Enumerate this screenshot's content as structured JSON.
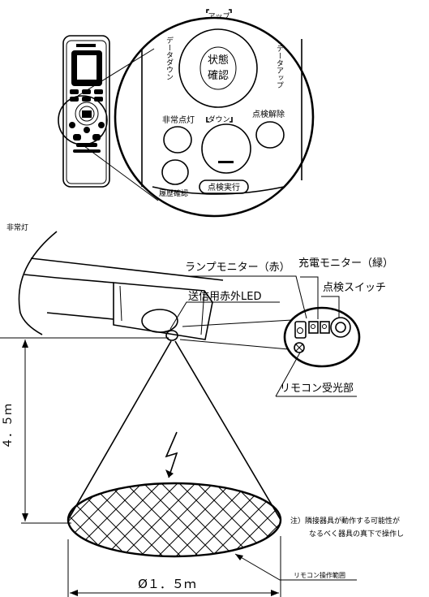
{
  "remote": {
    "up_label": "アップ",
    "down_label": "ダウン",
    "data_down_label": "データダウン",
    "data_up_label": "データアップ",
    "status_line1": "状態",
    "status_line2": "確認",
    "emergency_label": "非常点灯",
    "check_release_label": "点検解除",
    "history_label": "履歴確認",
    "check_run_label": "点検実行"
  },
  "fixture": {
    "title": "非常灯",
    "lamp_monitor": "ランプモニター（赤）",
    "charge_monitor": "充電モニター（緑）",
    "check_switch": "点検スイッチ",
    "ir_led": "送信用赤外LED",
    "receiver": "リモコン受光部"
  },
  "dimensions": {
    "height": "４．５ｍ",
    "diameter": "Ø１．５ｍ",
    "range_label": "リモコン操作範囲"
  },
  "note": {
    "line1": "注）隣接器具が動作する可能性が",
    "line2": "なるべく器具の真下で操作し"
  }
}
